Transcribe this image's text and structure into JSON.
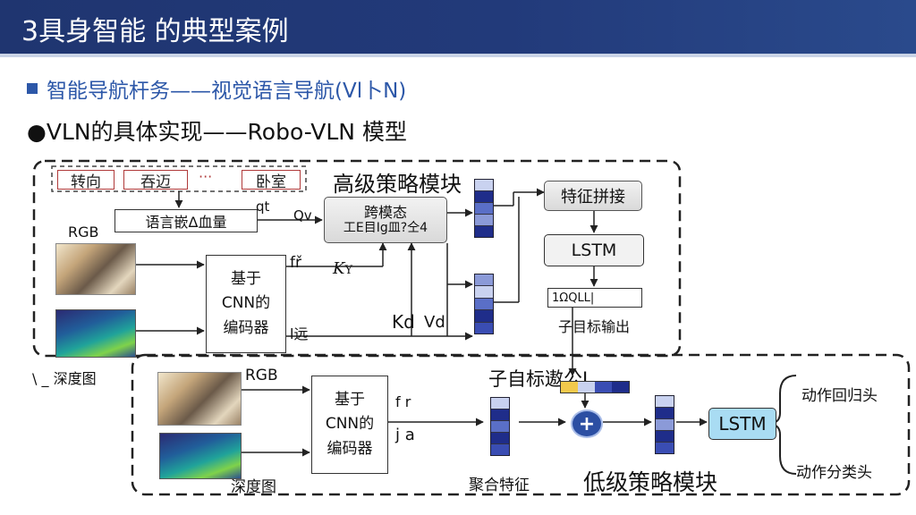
{
  "header": {
    "title": "3具身智能 的典型案例"
  },
  "subtitle": "智能导航杆务——视觉语言导航(Vl卜N)",
  "bullet": "●VLN的具体实现——Robo-VLN  模型",
  "high_module": {
    "label": "高级策略模块",
    "instruction_chips": [
      "转向",
      "吞迈",
      "···",
      "卧室"
    ],
    "lang_embed": "语言嵌Δ血量",
    "q_label": "qt",
    "qv_label": "Qv",
    "cross_modal_top": "跨模态",
    "cross_modal_bottom": "工E目Ig皿?仝4",
    "rgb": "RGB",
    "encoder": [
      "基于",
      "CNN的",
      "编码器"
    ],
    "fr_label": "fř",
    "k_label": "K",
    "kv_label": "Y",
    "far_label": "l远",
    "kd_label": "Kd",
    "vd_label": "Vd",
    "feature_concat": "特征拼接",
    "lstm": "LSTM",
    "out_value": "1ΩQLL|",
    "subgoal_output": "子目标输出",
    "depth_label": "\\ _ 深度图"
  },
  "low_module": {
    "label": "低级策略模块",
    "rgb": "RGB",
    "encoder": [
      "基于",
      "CNN的",
      "编码器"
    ],
    "fr_label": "f r",
    "ja_label": "j a",
    "depth_label": "深度图",
    "aggregate": "聚合特征",
    "subgoal_embed": "子自标遨公L",
    "plus": "+",
    "lstm": "LSTM",
    "action_regress": "动作回归头",
    "action_classify": "动作分类头"
  },
  "colors": {
    "title_bg": "#1f3570",
    "subtitle": "#2c57a8",
    "feature_dark": "#1f2d8a",
    "feature_mid": "#5a6fc7",
    "feature_light": "#c9d2f0",
    "lstm_blue": "#a9dcf3"
  }
}
